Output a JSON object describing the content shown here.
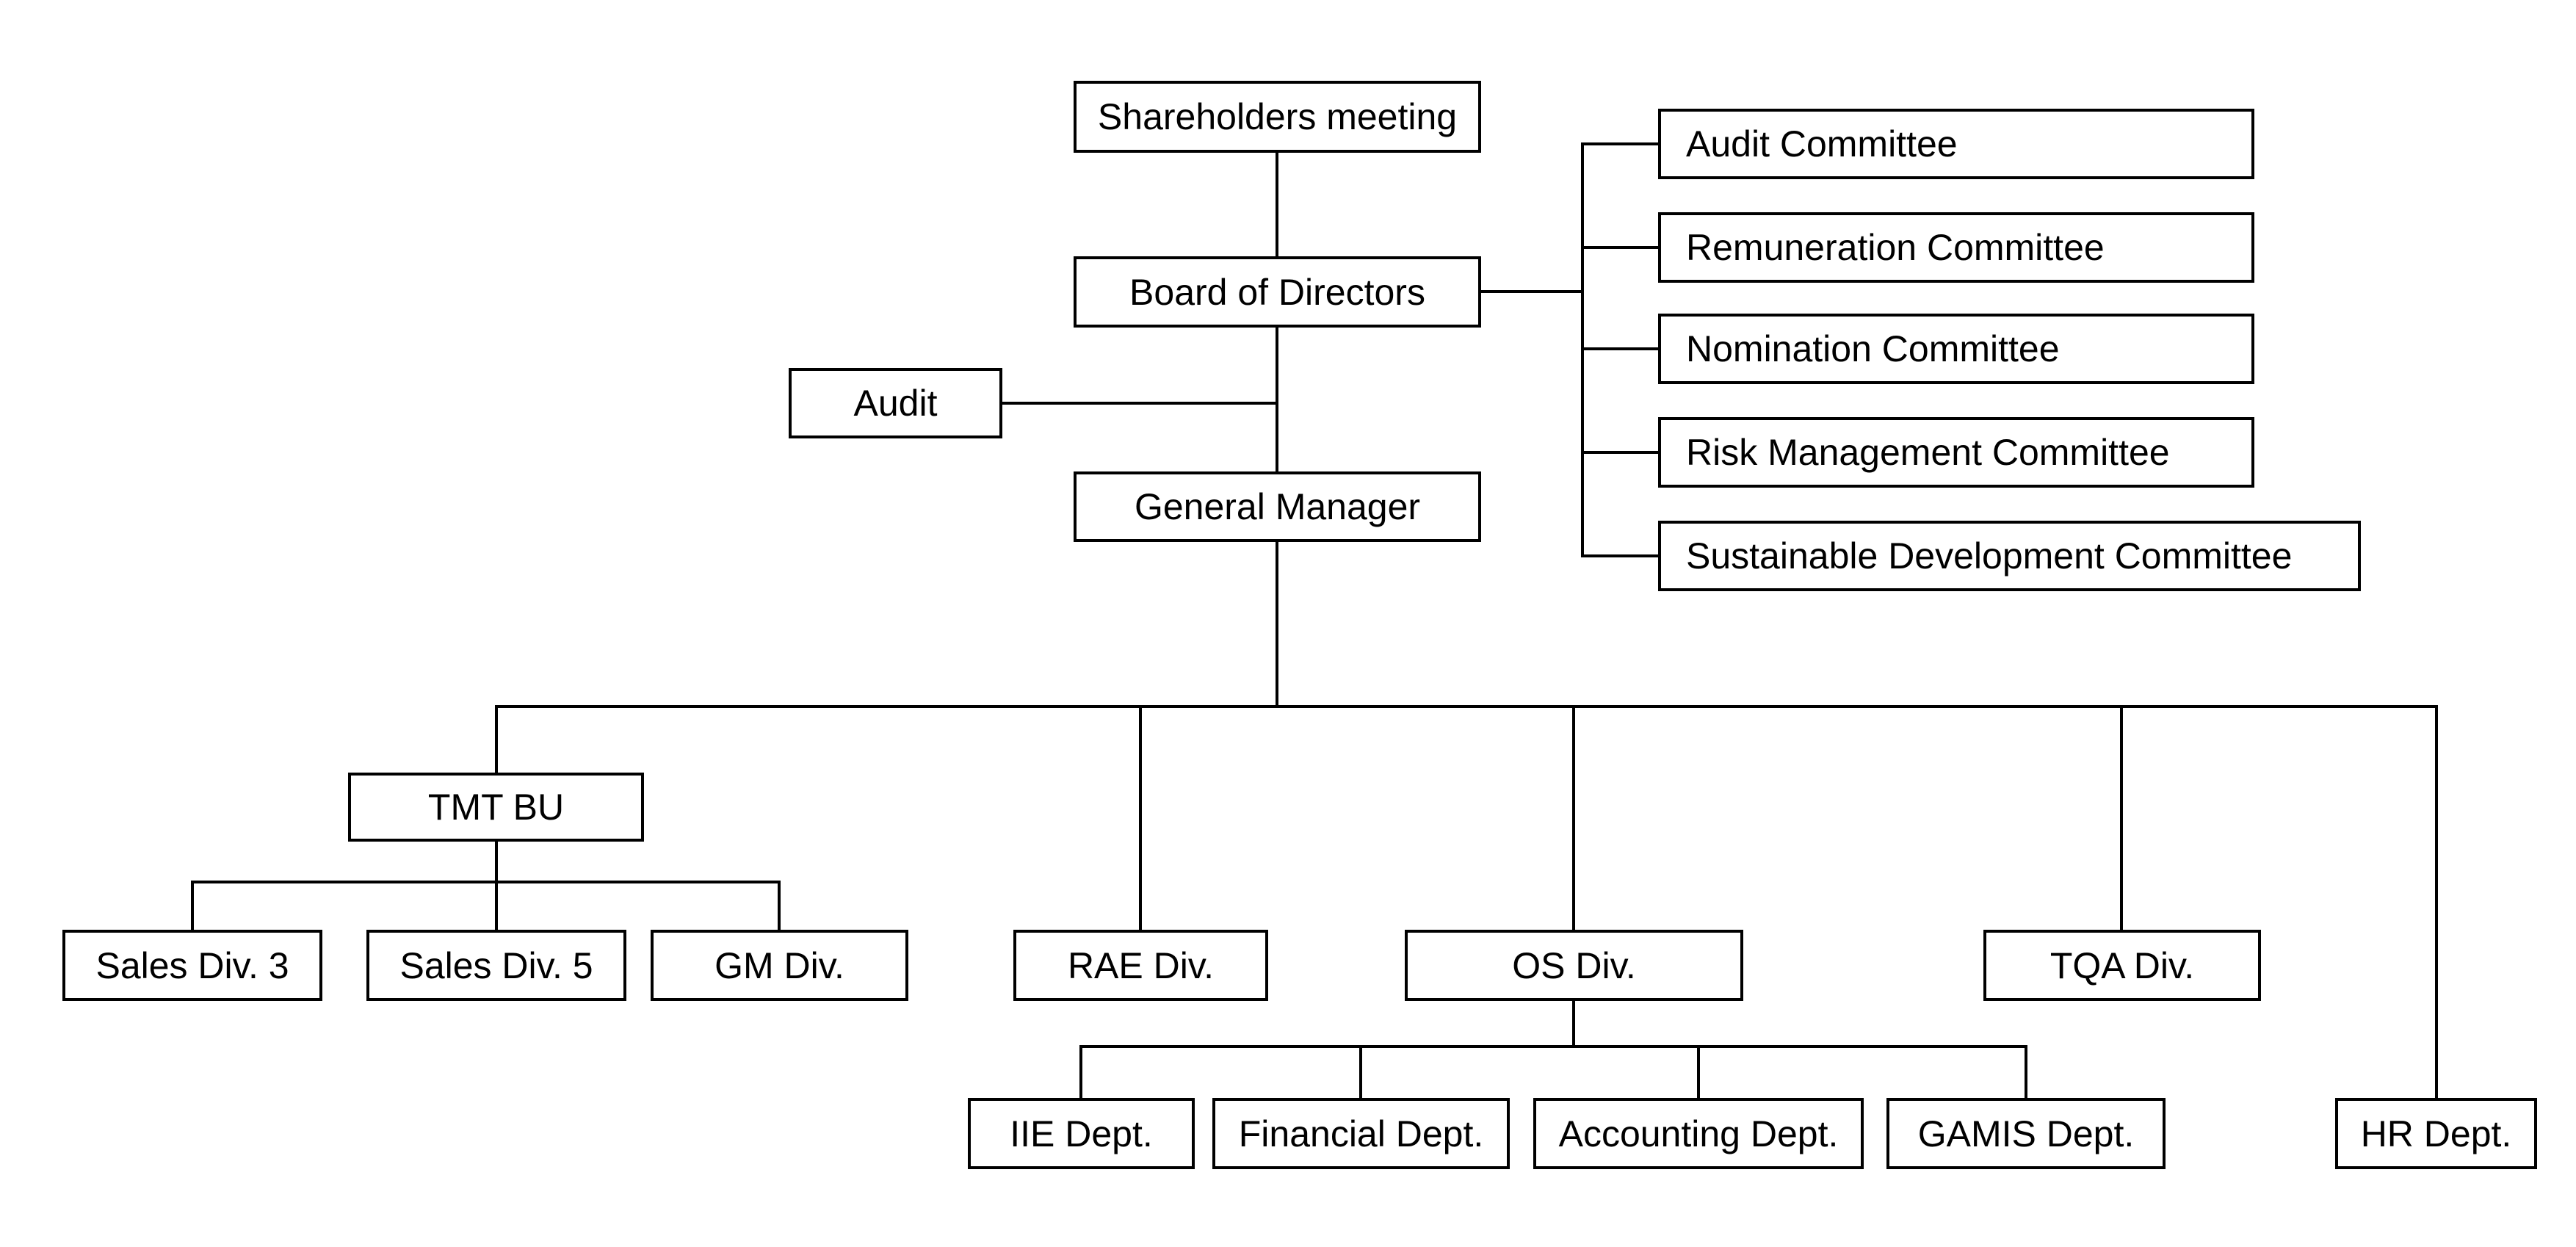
{
  "diagram": {
    "type": "organization-chart",
    "colors": {
      "background": "#ffffff",
      "box_fill": "#ffffff",
      "box_border": "#000000",
      "line": "#000000",
      "text": "#000000"
    }
  },
  "nodes": {
    "shareholders": {
      "label": "Shareholders meeting"
    },
    "board": {
      "label": "Board of Directors"
    },
    "audit_office": {
      "label": "Audit"
    },
    "general_manager": {
      "label": "General Manager"
    },
    "audit_committee": {
      "label": "Audit Committee"
    },
    "remuneration_committee": {
      "label": "Remuneration Committee"
    },
    "nomination_committee": {
      "label": "Nomination Committee"
    },
    "risk_management_committee": {
      "label": "Risk Management Committee"
    },
    "sustainable_development_committee": {
      "label": "Sustainable Development Committee"
    },
    "tmt_bu": {
      "label": "TMT BU"
    },
    "sales_div_3": {
      "label": "Sales Div. 3"
    },
    "sales_div_5": {
      "label": "Sales Div. 5"
    },
    "gm_div": {
      "label": "GM Div."
    },
    "rae_div": {
      "label": "RAE Div."
    },
    "os_div": {
      "label": "OS Div."
    },
    "tqa_div": {
      "label": "TQA Div."
    },
    "iie_dept": {
      "label": "IIE Dept."
    },
    "financial_dept": {
      "label": "Financial Dept."
    },
    "accounting_dept": {
      "label": "Accounting Dept."
    },
    "gamis_dept": {
      "label": "GAMIS Dept."
    },
    "hr_dept": {
      "label": "HR Dept."
    }
  },
  "hierarchy": {
    "Shareholders meeting": [
      "Board of Directors"
    ],
    "Board of Directors": [
      "Audit Committee",
      "Remuneration Committee",
      "Nomination Committee",
      "Risk Management Committee",
      "Sustainable Development Committee",
      "Audit",
      "General Manager"
    ],
    "General Manager": [
      "TMT BU",
      "RAE Div.",
      "OS Div.",
      "TQA Div.",
      "HR Dept."
    ],
    "TMT BU": [
      "Sales Div. 3",
      "Sales Div. 5",
      "GM Div."
    ],
    "OS Div.": [
      "IIE Dept.",
      "Financial Dept.",
      "Accounting Dept.",
      "GAMIS Dept."
    ]
  }
}
